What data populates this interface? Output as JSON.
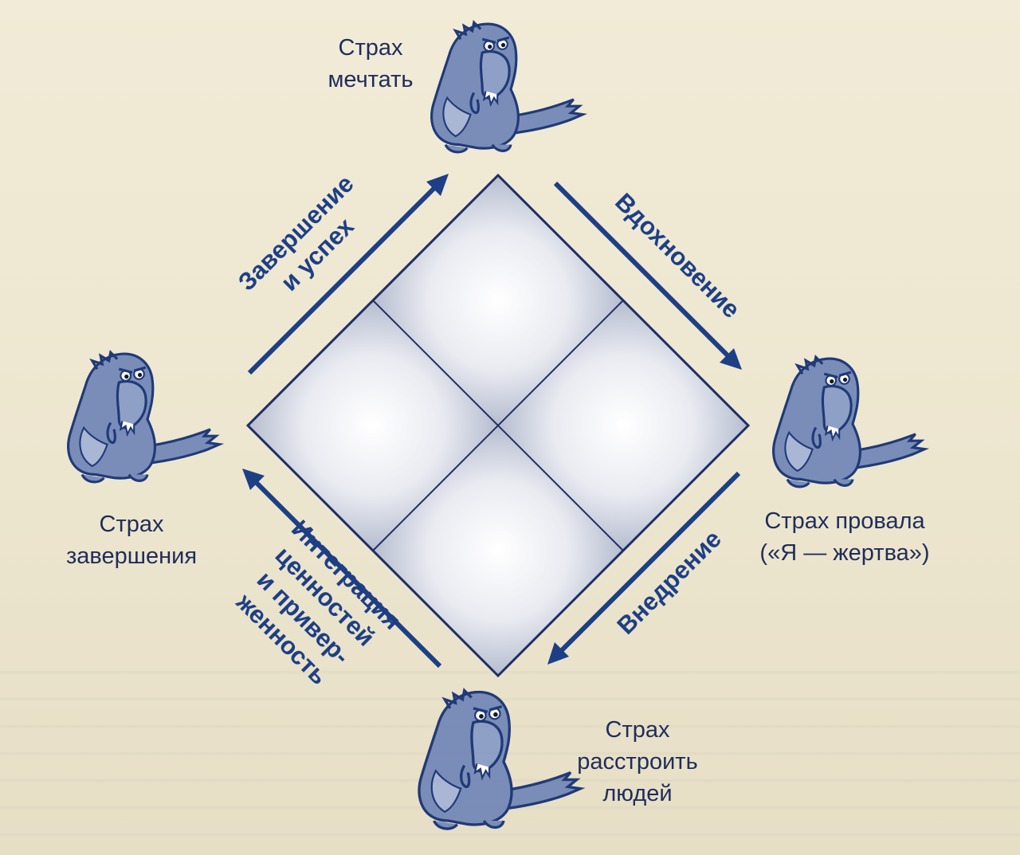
{
  "colors": {
    "ink_dark": "#1f2d5a",
    "ink_blue": "#1d3f86",
    "diamond_border": "#1e2f63",
    "dino_fill": "#7a8db8",
    "dino_outline": "#203a78",
    "paper": "#efe8d3"
  },
  "fears": {
    "top": {
      "lines": [
        "Страх",
        "мечтать"
      ],
      "icon": "dinosaur-icon"
    },
    "right": {
      "lines": [
        "Страх провала",
        "(«Я — жертва»)"
      ],
      "icon": "dinosaur-icon"
    },
    "bottom": {
      "lines": [
        "Страх",
        "расстроить",
        "людей"
      ],
      "icon": "dinosaur-icon"
    },
    "left": {
      "lines": [
        "Страх",
        "завершения"
      ],
      "icon": "dinosaur-icon"
    }
  },
  "stages": {
    "top_left": {
      "lines": [
        "Завершение",
        "и успех"
      ],
      "arrow_icon": "arrow-up-right-icon"
    },
    "top_right": {
      "lines": [
        "Вдохновение"
      ],
      "arrow_icon": "arrow-down-right-icon"
    },
    "bottom_right": {
      "lines": [
        "Внедрение"
      ],
      "arrow_icon": "arrow-down-left-icon"
    },
    "bottom_left": {
      "lines": [
        "Интеграция",
        "ценностей",
        "и привер-",
        "женность"
      ],
      "arrow_icon": "arrow-up-left-icon"
    }
  }
}
